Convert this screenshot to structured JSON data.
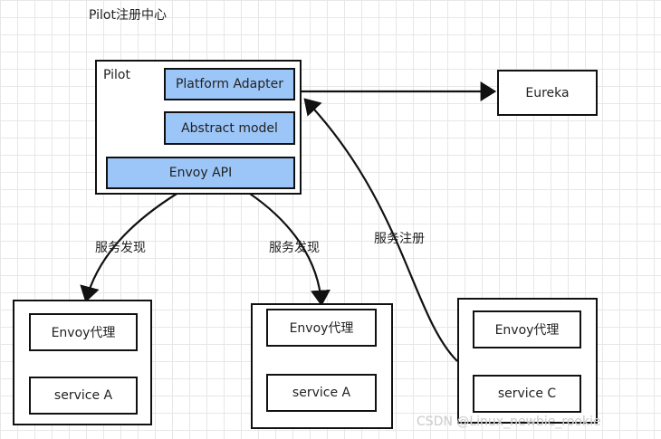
{
  "header": {
    "title": "Pilot注册中心"
  },
  "pilot": {
    "label": "Pilot",
    "platform_adapter": "Platform Adapter",
    "abstract_model": "Abstract model",
    "envoy_api": "Envoy API"
  },
  "registry": {
    "eureka": "Eureka"
  },
  "edges": {
    "discover_left": "服务发现",
    "discover_right": "服务发现",
    "register": "服务注册"
  },
  "services": {
    "left": {
      "envoy": "Envoy代理",
      "service": "service A"
    },
    "middle": {
      "envoy": "Envoy代理",
      "service": "service A"
    },
    "right": {
      "envoy": "Envoy代理",
      "service": "service C"
    }
  },
  "watermark": {
    "text": "CSDN @Linux_newbie_rookie"
  }
}
